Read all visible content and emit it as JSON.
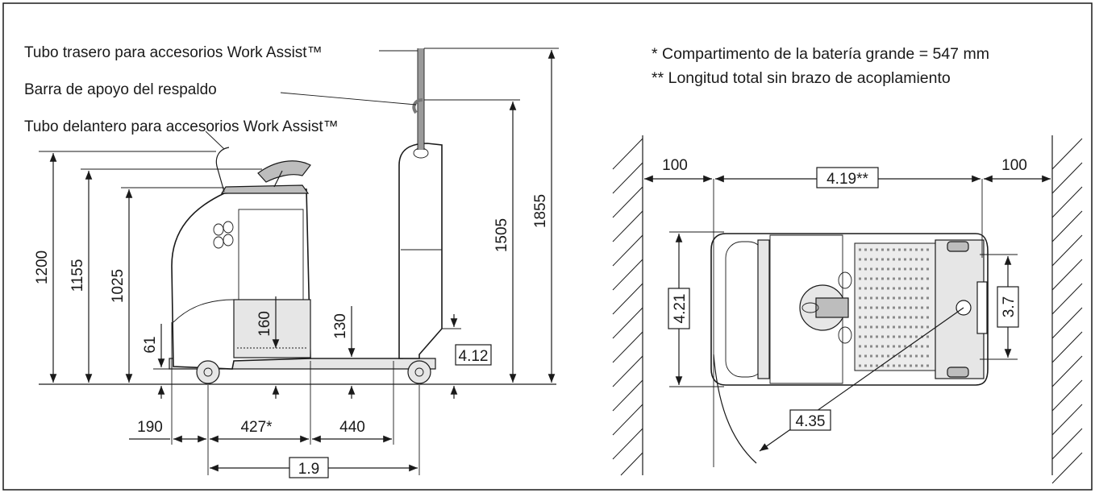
{
  "notes": {
    "battery": "* Compartimento de la batería grande = 547 mm",
    "length": "** Longitud total sin brazo de acoplamiento"
  },
  "callouts": {
    "rear_tube": "Tubo trasero para accesorios Work Assist™",
    "backrest_bar": "Barra de apoyo del respaldo",
    "front_tube": "Tubo delantero para accesorios Work Assist™"
  },
  "side_view": {
    "height_1200": "1200",
    "height_1155": "1155",
    "height_1025": "1025",
    "height_61": "61",
    "height_160": "160",
    "height_130": "130",
    "height_1505": "1505",
    "height_1855": "1855",
    "box_4_12": "4.12",
    "len_190": "190",
    "len_427": "427*",
    "len_440": "440",
    "box_1_9": "1.9"
  },
  "top_view": {
    "clearance_left": "100",
    "clearance_right": "100",
    "box_4_19": "4.19**",
    "box_4_21": "4.21",
    "box_3_7": "3.7",
    "box_4_35": "4.35"
  }
}
